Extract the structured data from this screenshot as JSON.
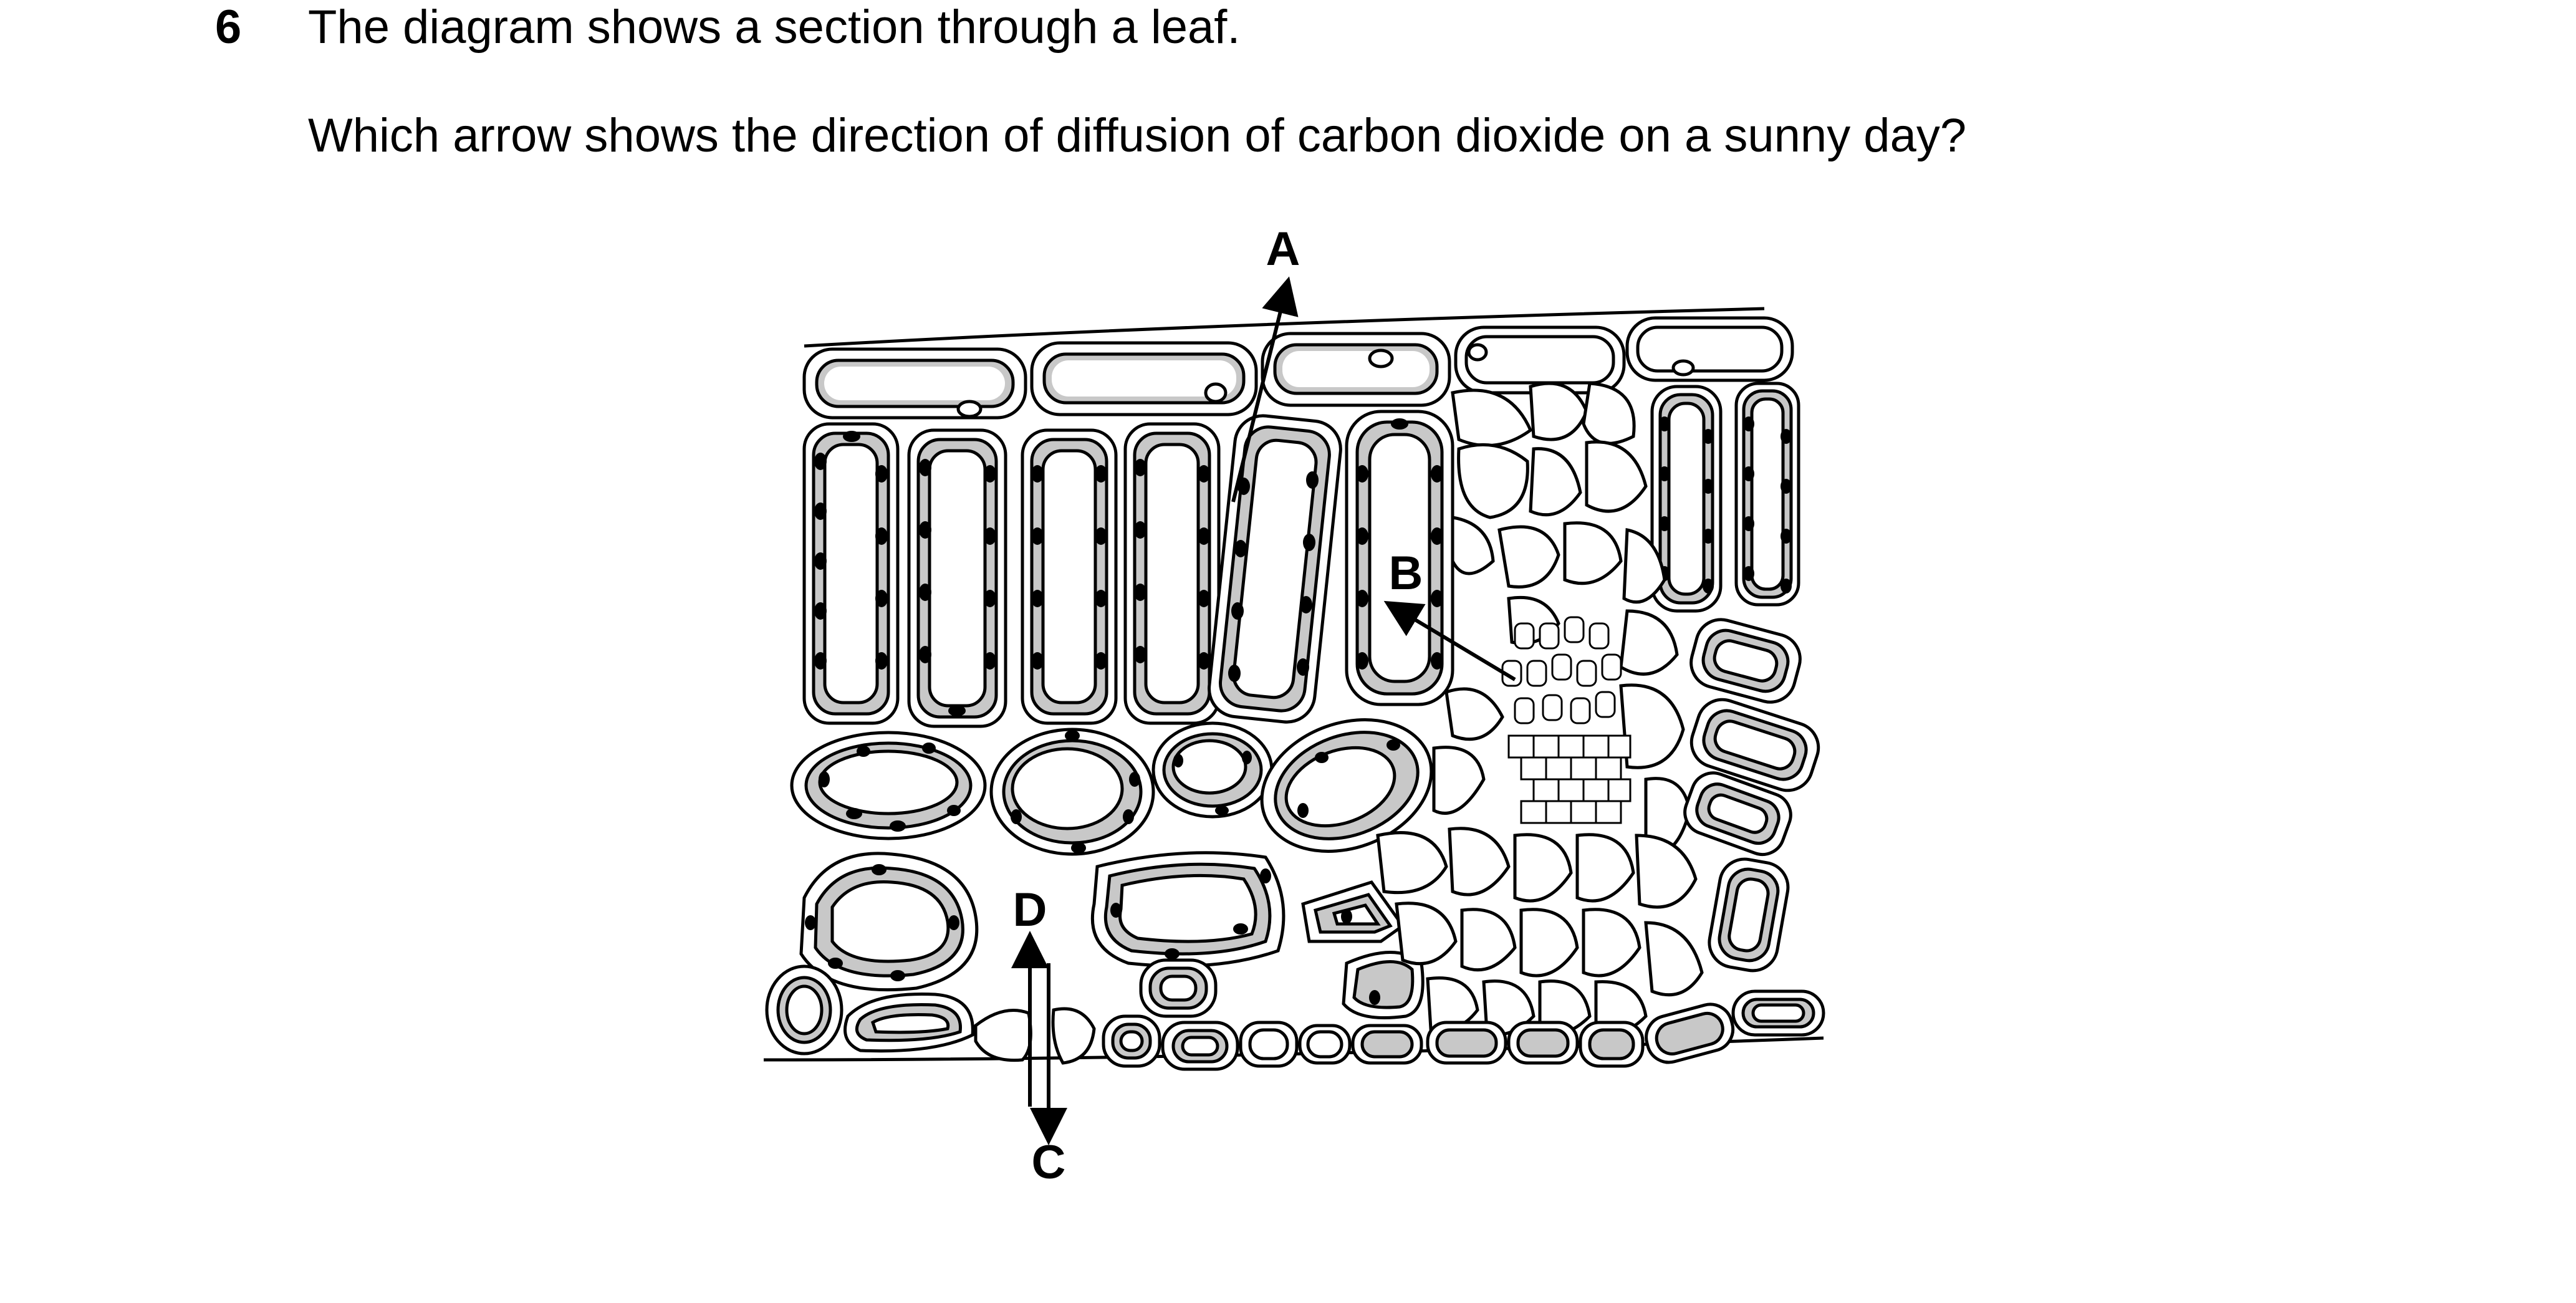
{
  "question": {
    "number": "6",
    "stem": "The diagram shows a section through a leaf.",
    "prompt": "Which arrow shows the direction of diffusion of carbon dioxide on a sunny day?"
  },
  "diagram": {
    "arrow_labels": {
      "a": "A",
      "b": "B",
      "c": "C",
      "d": "D"
    }
  },
  "colors": {
    "ink": "#000000",
    "cytoplasm": "#c8c8c8",
    "cell_fill": "#ffffff",
    "faded_text": "#bbbbbb"
  }
}
